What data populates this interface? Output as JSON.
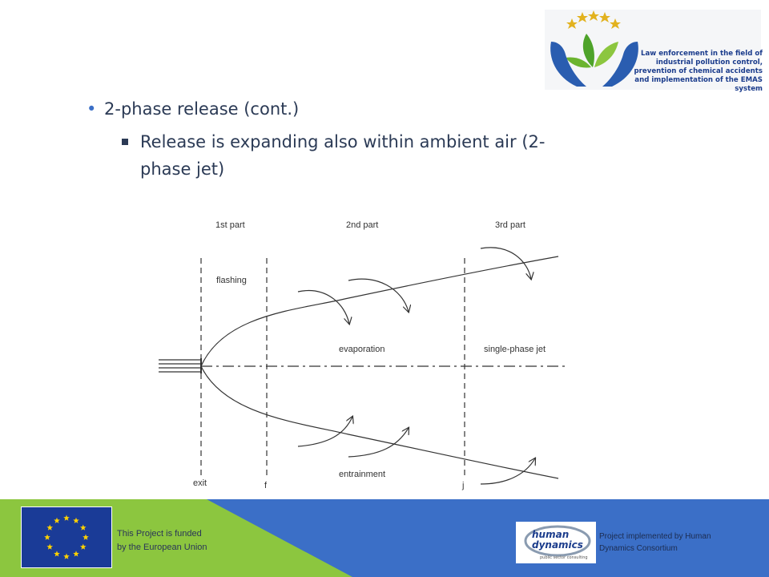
{
  "slide": {
    "logo_text": {
      "line1": "Law enforcement in the field of",
      "line2": "industrial pollution control,",
      "line3": "prevention of chemical accidents",
      "line4": "and implementation of the EMAS system"
    },
    "bullets": [
      {
        "text": "2-phase release (cont.)",
        "level": 1
      },
      {
        "text": "Release is expanding also within ambient air (2-",
        "text_line2": "phase jet)",
        "level": 2
      }
    ]
  },
  "diagram": {
    "part_labels": [
      "1st part",
      "2nd part",
      "3rd part"
    ],
    "region_labels": {
      "flashing": "flashing",
      "evaporation": "evaporation",
      "single_phase": "single-phase jet",
      "entrainment": "entrainment"
    },
    "bottom_labels": [
      "exit",
      "f",
      "j"
    ]
  },
  "footer": {
    "funded_line1": "This Project is funded",
    "funded_line2": "by the European Union",
    "impl_line1": "Project implemented by Human",
    "impl_line2": "Dynamics Consortium",
    "hd_logo_line1": "human",
    "hd_logo_line2": "dynamics",
    "hd_logo_tag": "public sector consulting"
  },
  "colors": {
    "footer_blue": "#3b6fc7",
    "footer_green": "#8cc63f",
    "eu_blue": "#1a3b97",
    "eu_star": "#ffd200",
    "logo_navy": "#1b3c8c"
  }
}
